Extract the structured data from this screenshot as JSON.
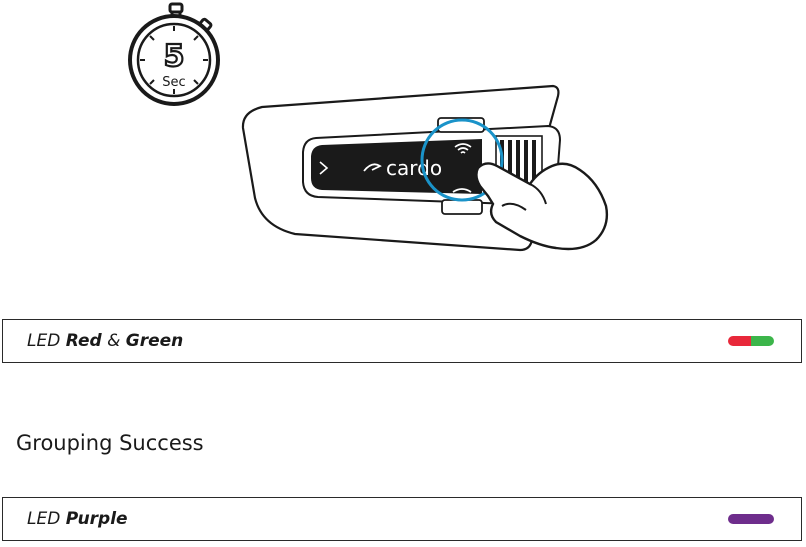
{
  "timer": {
    "number": "5",
    "unit": "Sec"
  },
  "device": {
    "brand": "cardo"
  },
  "led_rows": [
    {
      "prefix": "LED",
      "word1": "Red",
      "joiner": "&",
      "word2": "Green",
      "colors": [
        "#e8283a",
        "#3cb54a"
      ]
    },
    {
      "prefix": "LED",
      "word1": "Purple",
      "colors": [
        "#6e2d8c",
        "#6e2d8c"
      ]
    }
  ],
  "section": {
    "title": "Grouping Success"
  },
  "colors": {
    "highlight_ring": "#1a93c9",
    "outline": "#1a1a1a"
  }
}
